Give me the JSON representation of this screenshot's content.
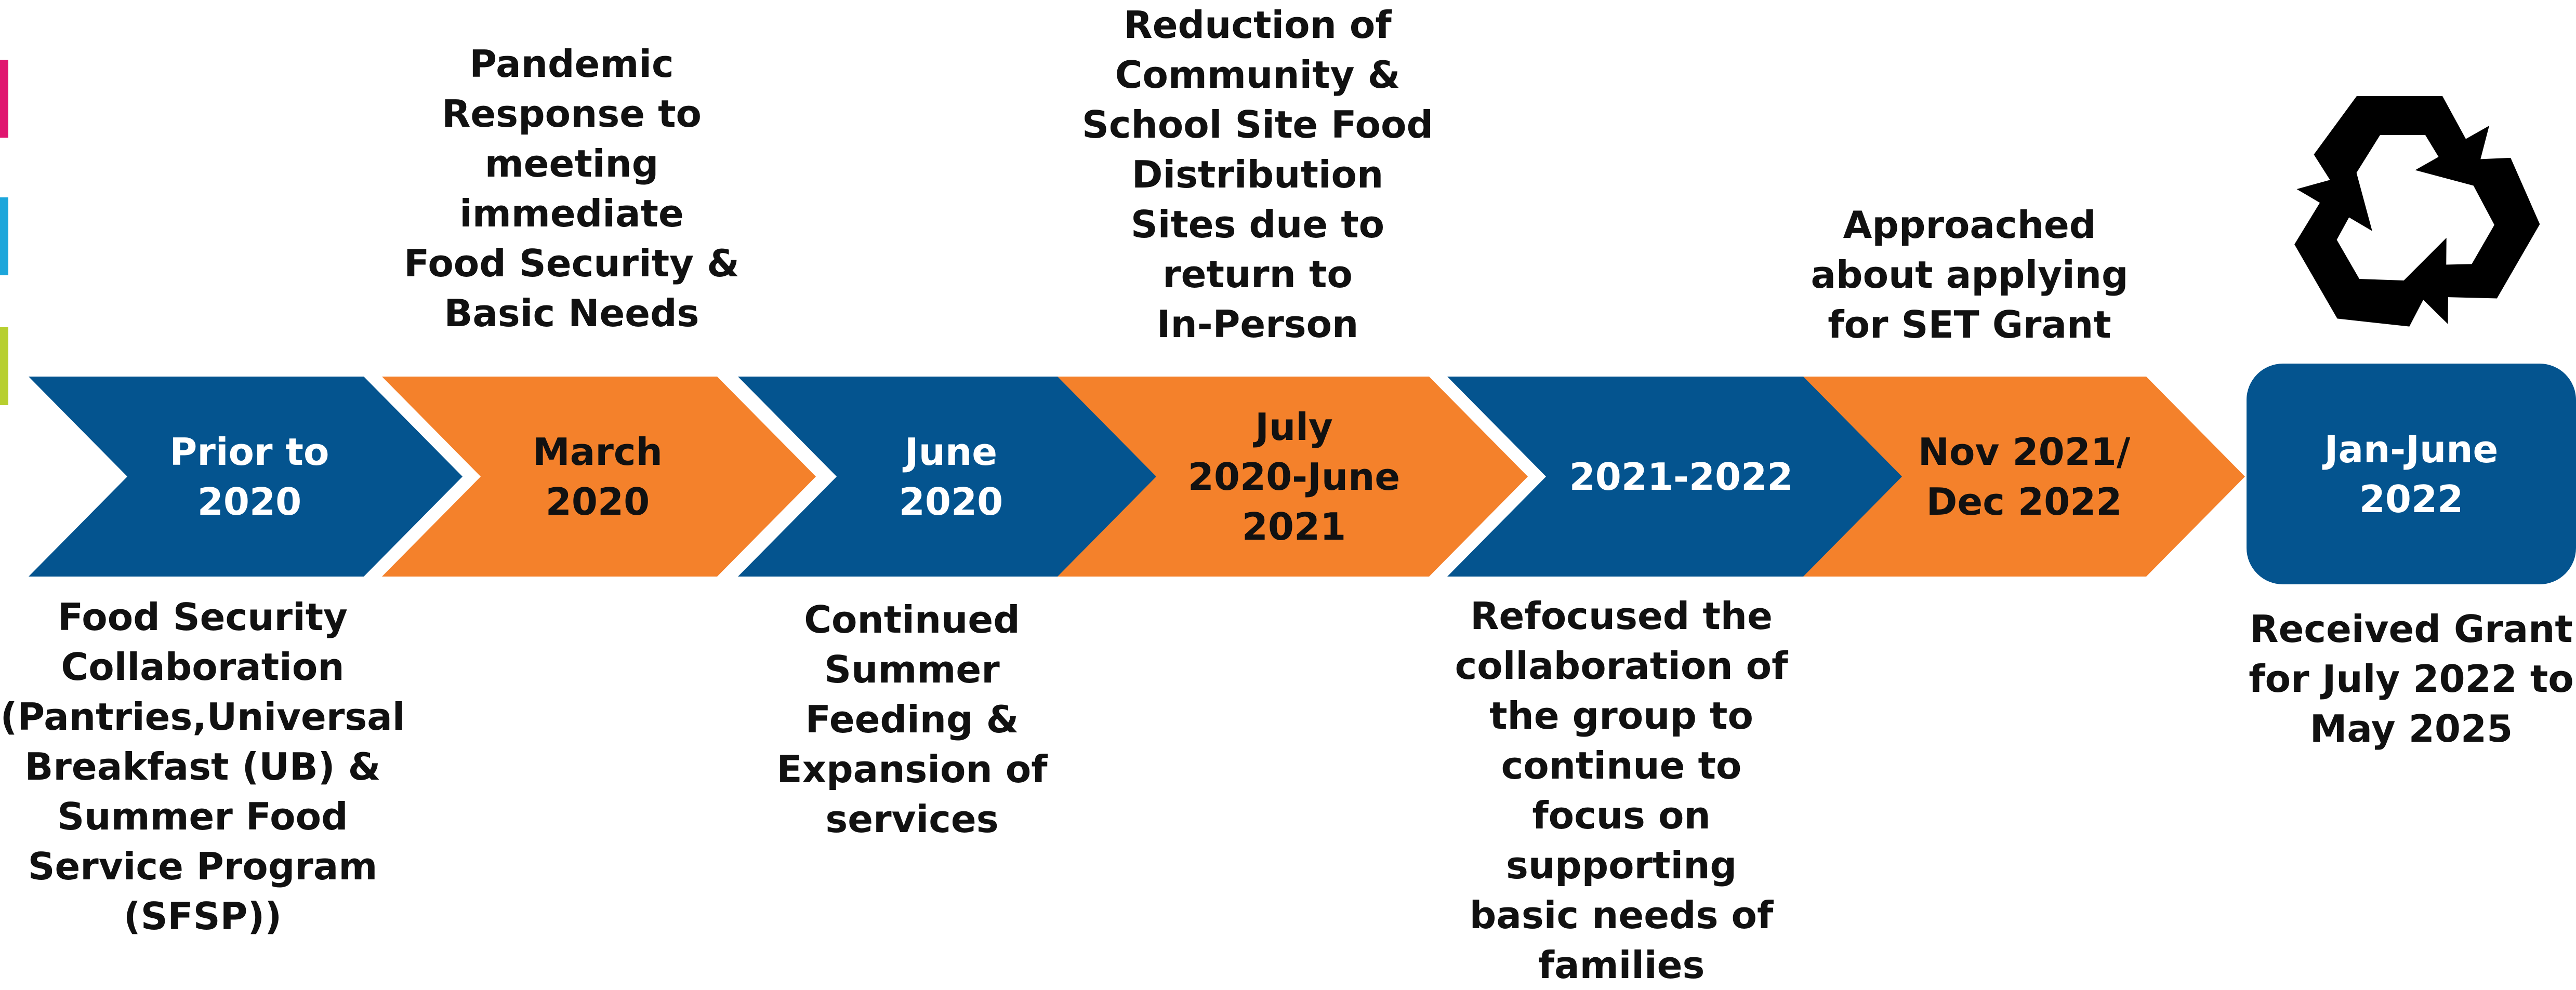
{
  "colors": {
    "blue": "#04548F",
    "orange": "#F4812B",
    "magenta": "#E0156F",
    "cyan": "#1CA6DB",
    "lime": "#B7CF2F"
  },
  "side_markers": [
    "#E0156F",
    "#1CA6DB",
    "#B7CF2F"
  ],
  "timeline": {
    "stages": [
      {
        "label": "Prior to\n2020",
        "color": "blue",
        "note_below": "Food Security\nCollaboration\n(Pantries,Universal\nBreakfast (UB) &\nSummer Food\nService Program\n(SFSP))"
      },
      {
        "label": "March\n2020",
        "color": "orange",
        "note_above": "Pandemic\nResponse to\nmeeting\nimmediate\nFood Security &\nBasic Needs"
      },
      {
        "label": "June\n2020",
        "color": "blue",
        "note_below": "Continued\nSummer\nFeeding &\nExpansion of\nservices"
      },
      {
        "label": "July\n2020-June\n2021",
        "color": "orange",
        "note_above": "Reduction of\nCommunity &\nSchool Site Food\nDistribution\nSites due to\nreturn to\nIn-Person"
      },
      {
        "label": "2021-2022",
        "color": "blue",
        "note_below": "Refocused the\ncollaboration of\nthe group to\ncontinue to\nfocus on\nsupporting\nbasic needs of\nfamilies"
      },
      {
        "label": "Nov 2021/\nDec  2022",
        "color": "orange",
        "note_above": "Approached\nabout applying\nfor SET Grant"
      }
    ],
    "final": {
      "label": "Jan-June\n2022",
      "color": "blue",
      "note_below": "Received Grant\nfor July 2022 to\nMay 2025",
      "icon": "recycle-icon"
    }
  }
}
